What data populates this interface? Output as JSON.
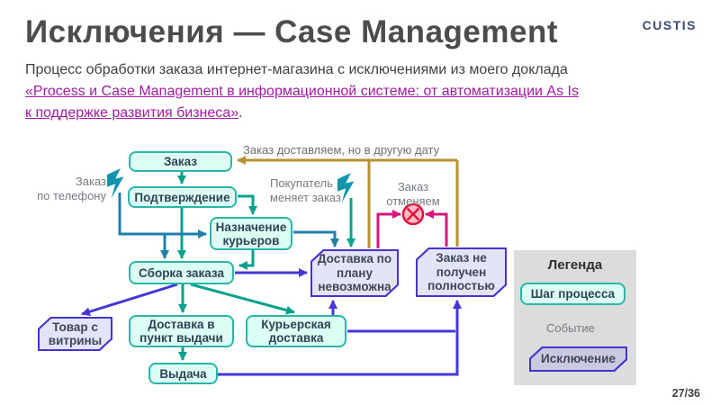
{
  "slide": {
    "title": "Исключения — Case Management",
    "logo": "CUSTIS",
    "page": "27/36"
  },
  "paragraph": {
    "line1": "Процесс обработки заказа интернет-магазина с исключениями из моего доклада",
    "link_line1": "«Process и Case Management в информационной системе: от автоматизации As Is",
    "link_line2": "к поддержке развития бизнеса»",
    "suffix": "."
  },
  "nodes": {
    "zakaz": "Заказ",
    "podtverzhdenie": "Подтверждение",
    "naznachenie": "Назначение курьеров",
    "sborka": "Сборка заказа",
    "tovar": "Товар с витрины",
    "dostavka_punkt": "Доставка в пункт выдачи",
    "kurierskaya": "Курьерская доставка",
    "vydacha": "Выдача",
    "dostavka_nevozmozhna": "Доставка по плану невозможна",
    "zakaz_ne_poluchen": "Заказ не получен полностью"
  },
  "events": {
    "phone_order": "Заказ\nпо телефону",
    "buyer_changes": "Покупатель\nменяет заказ",
    "cancel_order": "Заказ\nотменяем",
    "deliver_other_date": "Заказ доставляем, но в другую дату"
  },
  "legend": {
    "title": "Легенда",
    "process_step": "Шаг процесса",
    "event": "Событие",
    "exception": "Исключение"
  },
  "colors": {
    "process_fill": "#DCFDF4",
    "process_border": "#29B6A8",
    "exception_fill": "#E4E4F8",
    "exception_border": "#4433CC",
    "flow_green": "#0BA18F",
    "flow_steel": "#1F7FA8",
    "flow_blue": "#4437D6",
    "flow_gold": "#B8912F",
    "flow_magenta": "#D6187E",
    "event_bolt": "#1095AD",
    "cancel_red": "#E3103C",
    "link": "#A11BA1",
    "logo_blue": "#3A4A6E"
  }
}
